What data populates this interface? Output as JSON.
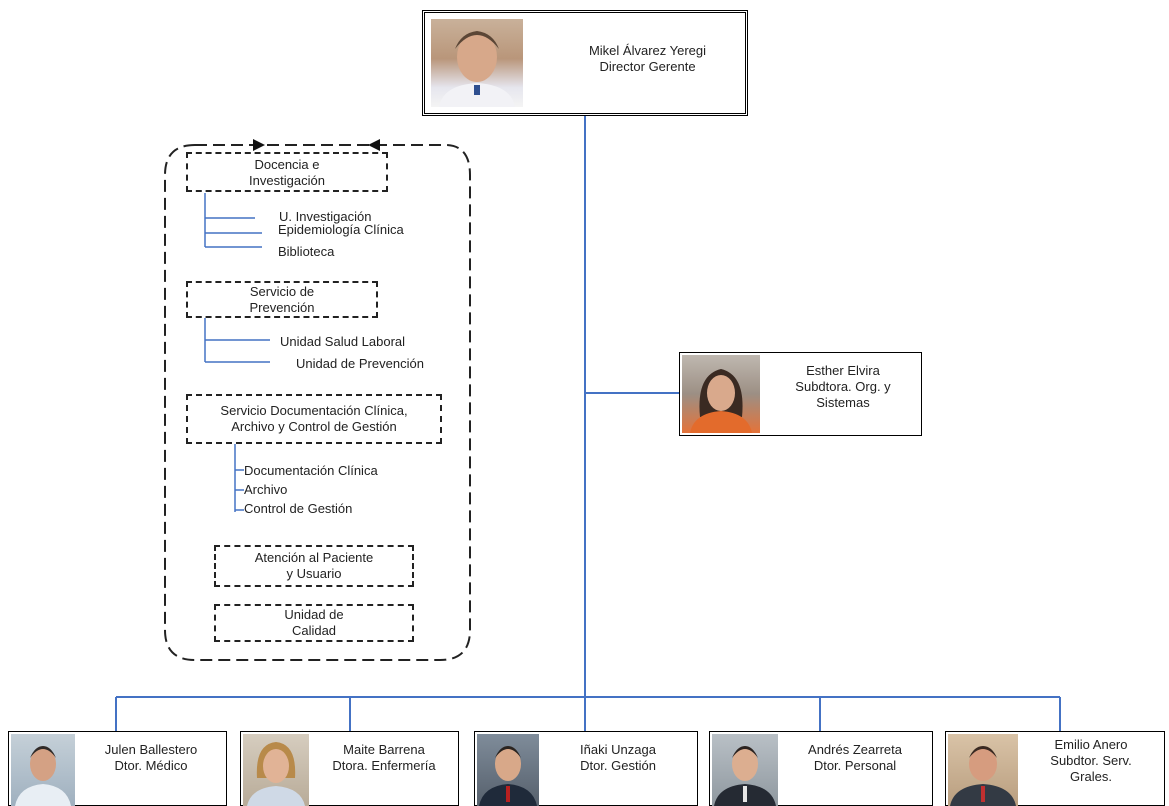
{
  "director": {
    "name": "Mikel Álvarez Yeregi",
    "role": "Director Gerente"
  },
  "org_systems": {
    "name": "Esther Elvira",
    "role_line1": "Subdtora. Org. y",
    "role_line2": "Sistemas"
  },
  "staff_group": {
    "units": [
      {
        "title_line1": "Docencia e",
        "title_line2": "Investigación",
        "children": [
          "U. Investigación",
          "Epidemiología Clínica",
          "Biblioteca"
        ]
      },
      {
        "title_line1": "Servicio de",
        "title_line2": "Prevención",
        "children": [
          "Unidad Salud Laboral",
          "Unidad de Prevención"
        ]
      },
      {
        "title_line1": "Servicio Documentación Clínica,",
        "title_line2": "Archivo y Control de Gestión",
        "children": [
          "Documentación Clínica",
          "Archivo",
          "Control de Gestión"
        ]
      },
      {
        "title_line1": "Atención al Paciente",
        "title_line2": "y Usuario",
        "children": []
      },
      {
        "title_line1": "Unidad de",
        "title_line2": "Calidad",
        "children": []
      }
    ]
  },
  "directors": [
    {
      "name": "Julen Ballestero",
      "role": "Dtor. Médico"
    },
    {
      "name": "Maite Barrena",
      "role": "Dtora. Enfermería"
    },
    {
      "name": "Iñaki Unzaga",
      "role": "Dtor. Gestión"
    },
    {
      "name": "Andrés Zearreta",
      "role": "Dtor. Personal"
    },
    {
      "name": "Emilio Anero",
      "role": "Subdtor. Serv.",
      "role2": "Grales."
    }
  ],
  "colors": {
    "connector": "#4472c4",
    "border": "#000000"
  }
}
